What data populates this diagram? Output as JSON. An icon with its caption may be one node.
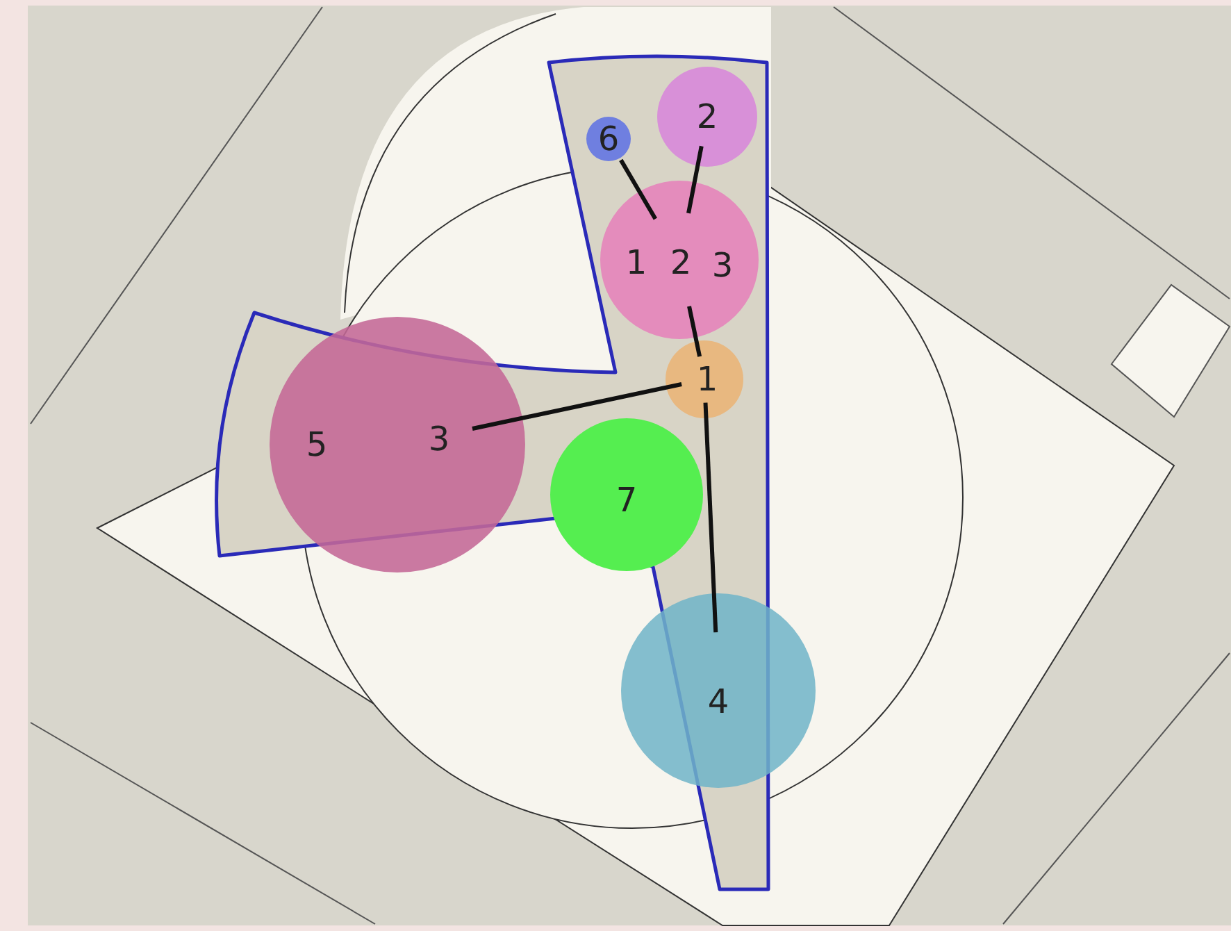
{
  "diagram": {
    "nodes": [
      {
        "text": [
          "6"
        ]
      },
      {
        "text": [
          "2"
        ]
      },
      {
        "text": [
          "1",
          "2",
          "3"
        ]
      },
      {
        "text": [
          "1"
        ]
      },
      {
        "text": [
          "5",
          "3"
        ]
      },
      {
        "text": [
          "7"
        ]
      },
      {
        "text": [
          "4"
        ]
      }
    ],
    "edges": [
      {
        "from": 0,
        "to": 2,
        "arrow": "none"
      },
      {
        "from": 1,
        "to": 2,
        "arrow": "none"
      },
      {
        "from": 2,
        "to": 3,
        "arrow": "none"
      },
      {
        "from": 3,
        "to": 4,
        "arrow": "none"
      },
      {
        "from": 3,
        "to": 6,
        "arrow": "none"
      }
    ]
  }
}
